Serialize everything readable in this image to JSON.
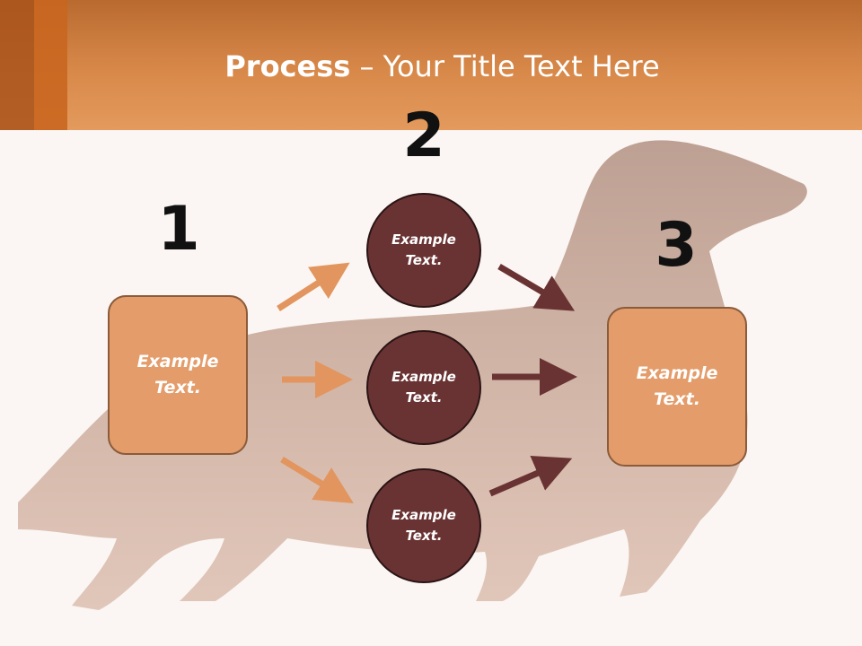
{
  "title": {
    "bold": "Process",
    "rest": " – Your Title Text Here"
  },
  "steps": {
    "one": {
      "number": "1",
      "label_line1": "Example",
      "label_line2": "Text."
    },
    "two": {
      "number": "2"
    },
    "three": {
      "number": "3",
      "label_line1": "Example",
      "label_line2": "Text."
    }
  },
  "circles": [
    {
      "label_line1": "Example",
      "label_line2": "Text."
    },
    {
      "label_line1": "Example",
      "label_line2": "Text."
    },
    {
      "label_line1": "Example",
      "label_line2": "Text."
    }
  ],
  "colors": {
    "header": "#d8894a",
    "box_fill": "#e39c6a",
    "circle_fill": "#6a3333",
    "arrow_light": "#e2955e",
    "arrow_dark": "#6a3333"
  }
}
